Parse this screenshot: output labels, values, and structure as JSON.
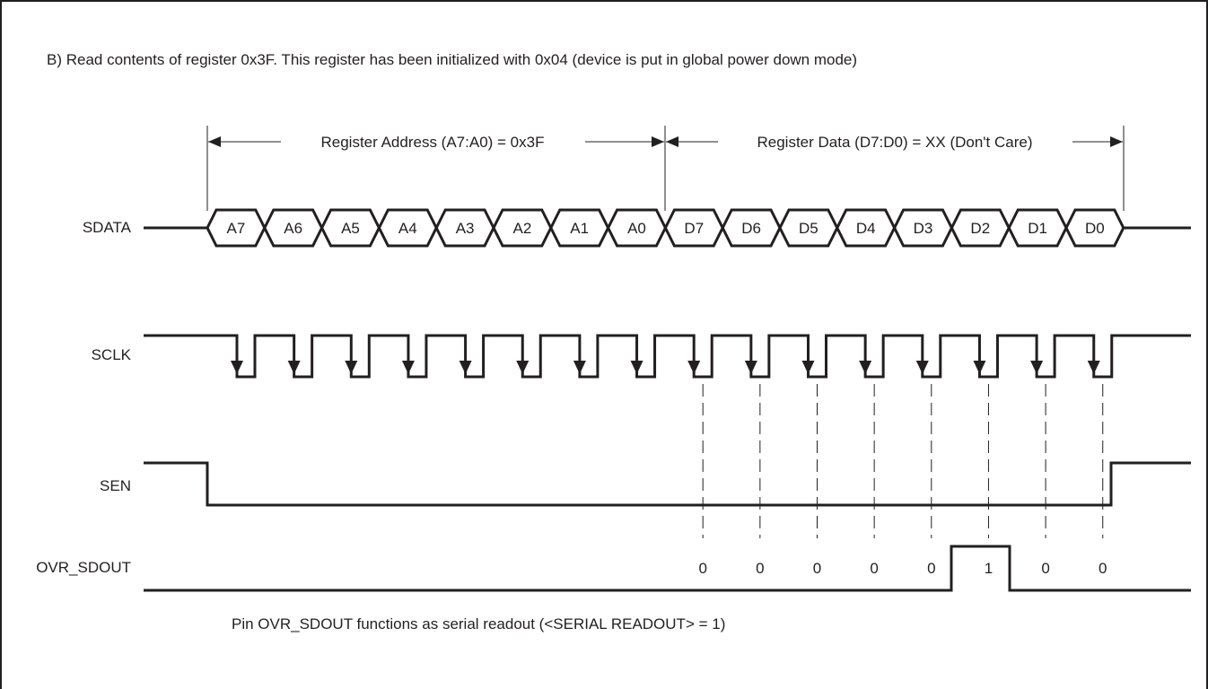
{
  "heading": "B) Read contents of register 0x3F. This register has been initialized with 0x04 (device is put in global power down mode)",
  "footnote": "Pin OVR_SDOUT functions as serial readout (<SERIAL READOUT> = 1)",
  "signals": {
    "sdata": "SDATA",
    "sclk": "SCLK",
    "sen": "SEN",
    "ovr_sdout": "OVR_SDOUT"
  },
  "address_span": {
    "label": "Register Address (A7:A0) = 0x3F"
  },
  "data_span": {
    "label": "Register Data (D7:D0) = XX (Don't Care)"
  },
  "bits": [
    "A7",
    "A6",
    "A5",
    "A4",
    "A3",
    "A2",
    "A1",
    "A0",
    "D7",
    "D6",
    "D5",
    "D4",
    "D3",
    "D2",
    "D1",
    "D0"
  ],
  "readout_bits": [
    "0",
    "0",
    "0",
    "0",
    "0",
    "1",
    "0",
    "0"
  ],
  "colors": {
    "line": "#231f20",
    "background": "#ffffff"
  }
}
